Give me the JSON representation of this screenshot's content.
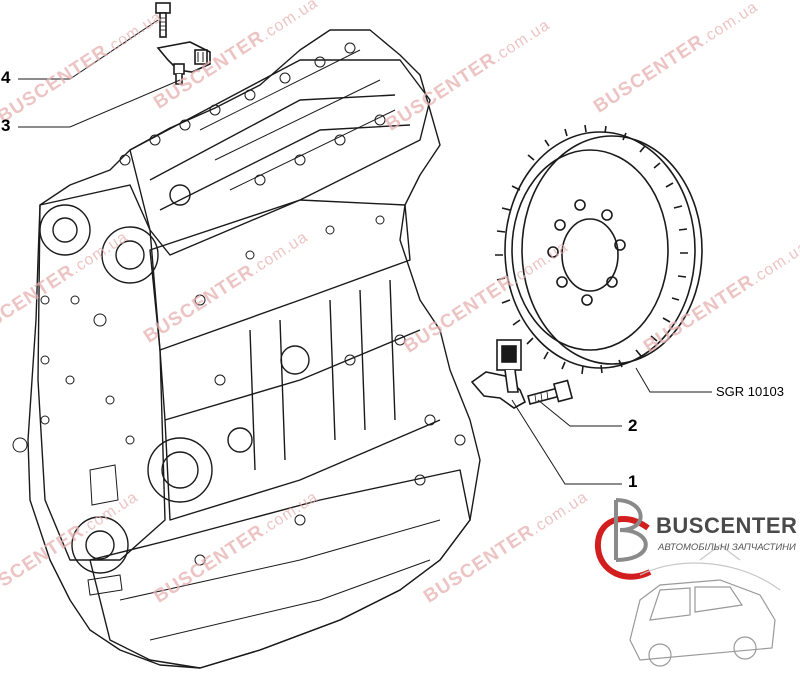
{
  "callouts": {
    "c1": "1",
    "c2": "2",
    "c3": "3",
    "c4": "4"
  },
  "reference_code": "SGR 10103",
  "watermark": {
    "brand": "BUSCENTER",
    "domain": ".com.ua"
  },
  "logo": {
    "name": "BUSCENTER",
    "tagline": "АВТОМОБІЛЬНІ ЗАПЧАСТИНИ"
  },
  "colors": {
    "linework": "#1a1a1a",
    "watermark": "#e7b1b1",
    "logo_red": "#d21e1e"
  }
}
